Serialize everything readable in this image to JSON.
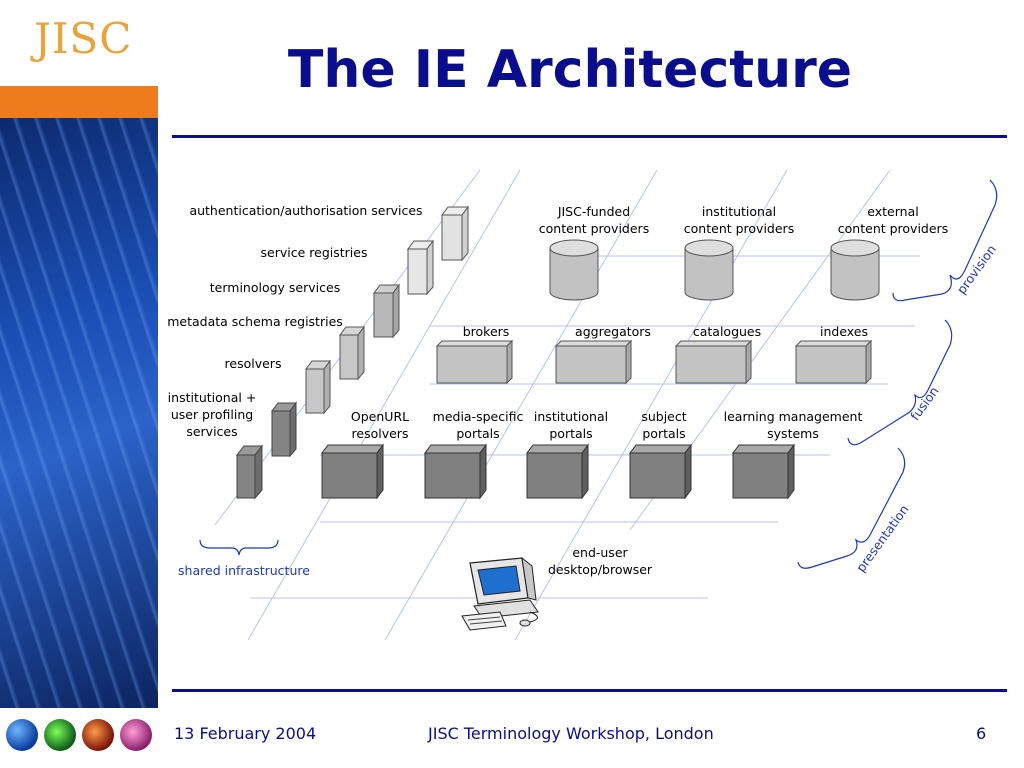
{
  "logo": {
    "text": "JISC"
  },
  "title": "The IE Architecture",
  "diagram": {
    "shared_services": [
      "authentication/authorisation services",
      "service registries",
      "terminology services",
      "metadata schema registries",
      "resolvers",
      "institutional +",
      "user profiling",
      "services"
    ],
    "shared_infrastructure_label": "shared infrastructure",
    "content_providers": [
      {
        "line1": "JISC-funded",
        "line2": "content providers"
      },
      {
        "line1": "institutional",
        "line2": "content providers"
      },
      {
        "line1": "external",
        "line2": "content providers"
      }
    ],
    "fusion_services": [
      "brokers",
      "aggregators",
      "catalogues",
      "indexes"
    ],
    "presentation_services": [
      {
        "line1": "OpenURL",
        "line2": "resolvers"
      },
      {
        "line1": "media-specific",
        "line2": "portals"
      },
      {
        "line1": "institutional",
        "line2": "portals"
      },
      {
        "line1": "subject",
        "line2": "portals"
      },
      {
        "line1": "learning management",
        "line2": "systems"
      }
    ],
    "end_user": {
      "line1": "end-user",
      "line2": "desktop/browser"
    },
    "layers": [
      "provision",
      "fusion",
      "presentation"
    ]
  },
  "footer": {
    "date": "13 February 2004",
    "event": "JISC Terminology Workshop, London",
    "page": "6"
  },
  "colors": {
    "title": "#0a0e8c",
    "accent_orange": "#ee7b1c",
    "layer_labels": "#1f39b8",
    "guide_lines": "#b9c1f0"
  }
}
